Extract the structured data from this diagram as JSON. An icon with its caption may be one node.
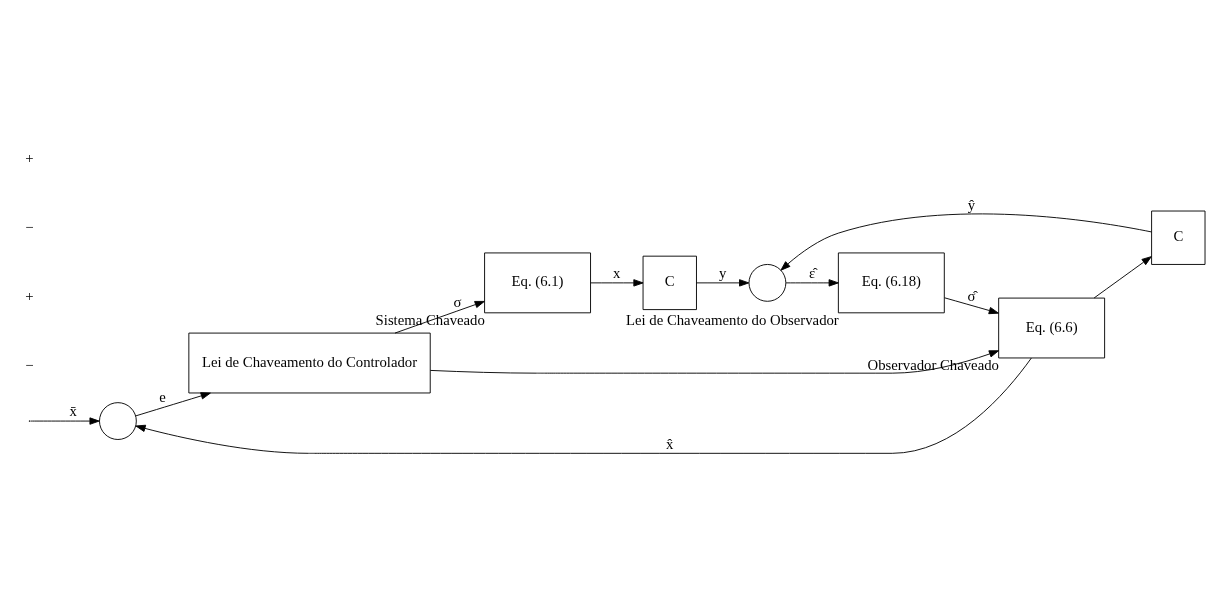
{
  "diagram": {
    "nodes": [
      {
        "text": [],
        "shape": "circle"
      },
      {
        "text": [
          "Lei de Chaveamento do Controlador"
        ]
      },
      {
        "text": [
          "Eq. (6.1)"
        ],
        "beside": [
          "Sistema Chaveado"
        ]
      },
      {
        "text": [
          "C"
        ]
      },
      {
        "text": [],
        "shape": "circle"
      },
      {
        "text": [
          "Eq. (6.18)"
        ],
        "beside": [
          "Lei de Chaveamento do Observador"
        ]
      },
      {
        "text": [
          "Eq. (6.6)"
        ],
        "beside": [
          "Observador Chaveado"
        ]
      },
      {
        "text": [
          "C"
        ]
      }
    ],
    "edges": [
      {
        "from": null,
        "to": 0,
        "arrow": "to",
        "label": "x̄"
      },
      {
        "from": 0,
        "to": 1,
        "arrow": "to",
        "label": "e"
      },
      {
        "from": 1,
        "to": 2,
        "arrow": "to",
        "label": "σ"
      },
      {
        "from": 1,
        "to": 6,
        "arrow": "to"
      },
      {
        "from": 2,
        "to": 3,
        "arrow": "to",
        "label": "x"
      },
      {
        "from": 3,
        "to": 4,
        "arrow": "to",
        "label": "y"
      },
      {
        "from": 4,
        "to": 5,
        "arrow": "to",
        "label": "ε̂"
      },
      {
        "from": 5,
        "to": 6,
        "arrow": "to",
        "label": "σ̂"
      },
      {
        "from": 6,
        "to": 0,
        "arrow": "to",
        "label": "x̂"
      },
      {
        "from": 6,
        "to": 7,
        "arrow": "to"
      },
      {
        "from": 7,
        "to": 4,
        "arrow": "to",
        "label": "ŷ"
      }
    ],
    "labels": [
      "−",
      "+",
      "−",
      "+"
    ]
  }
}
